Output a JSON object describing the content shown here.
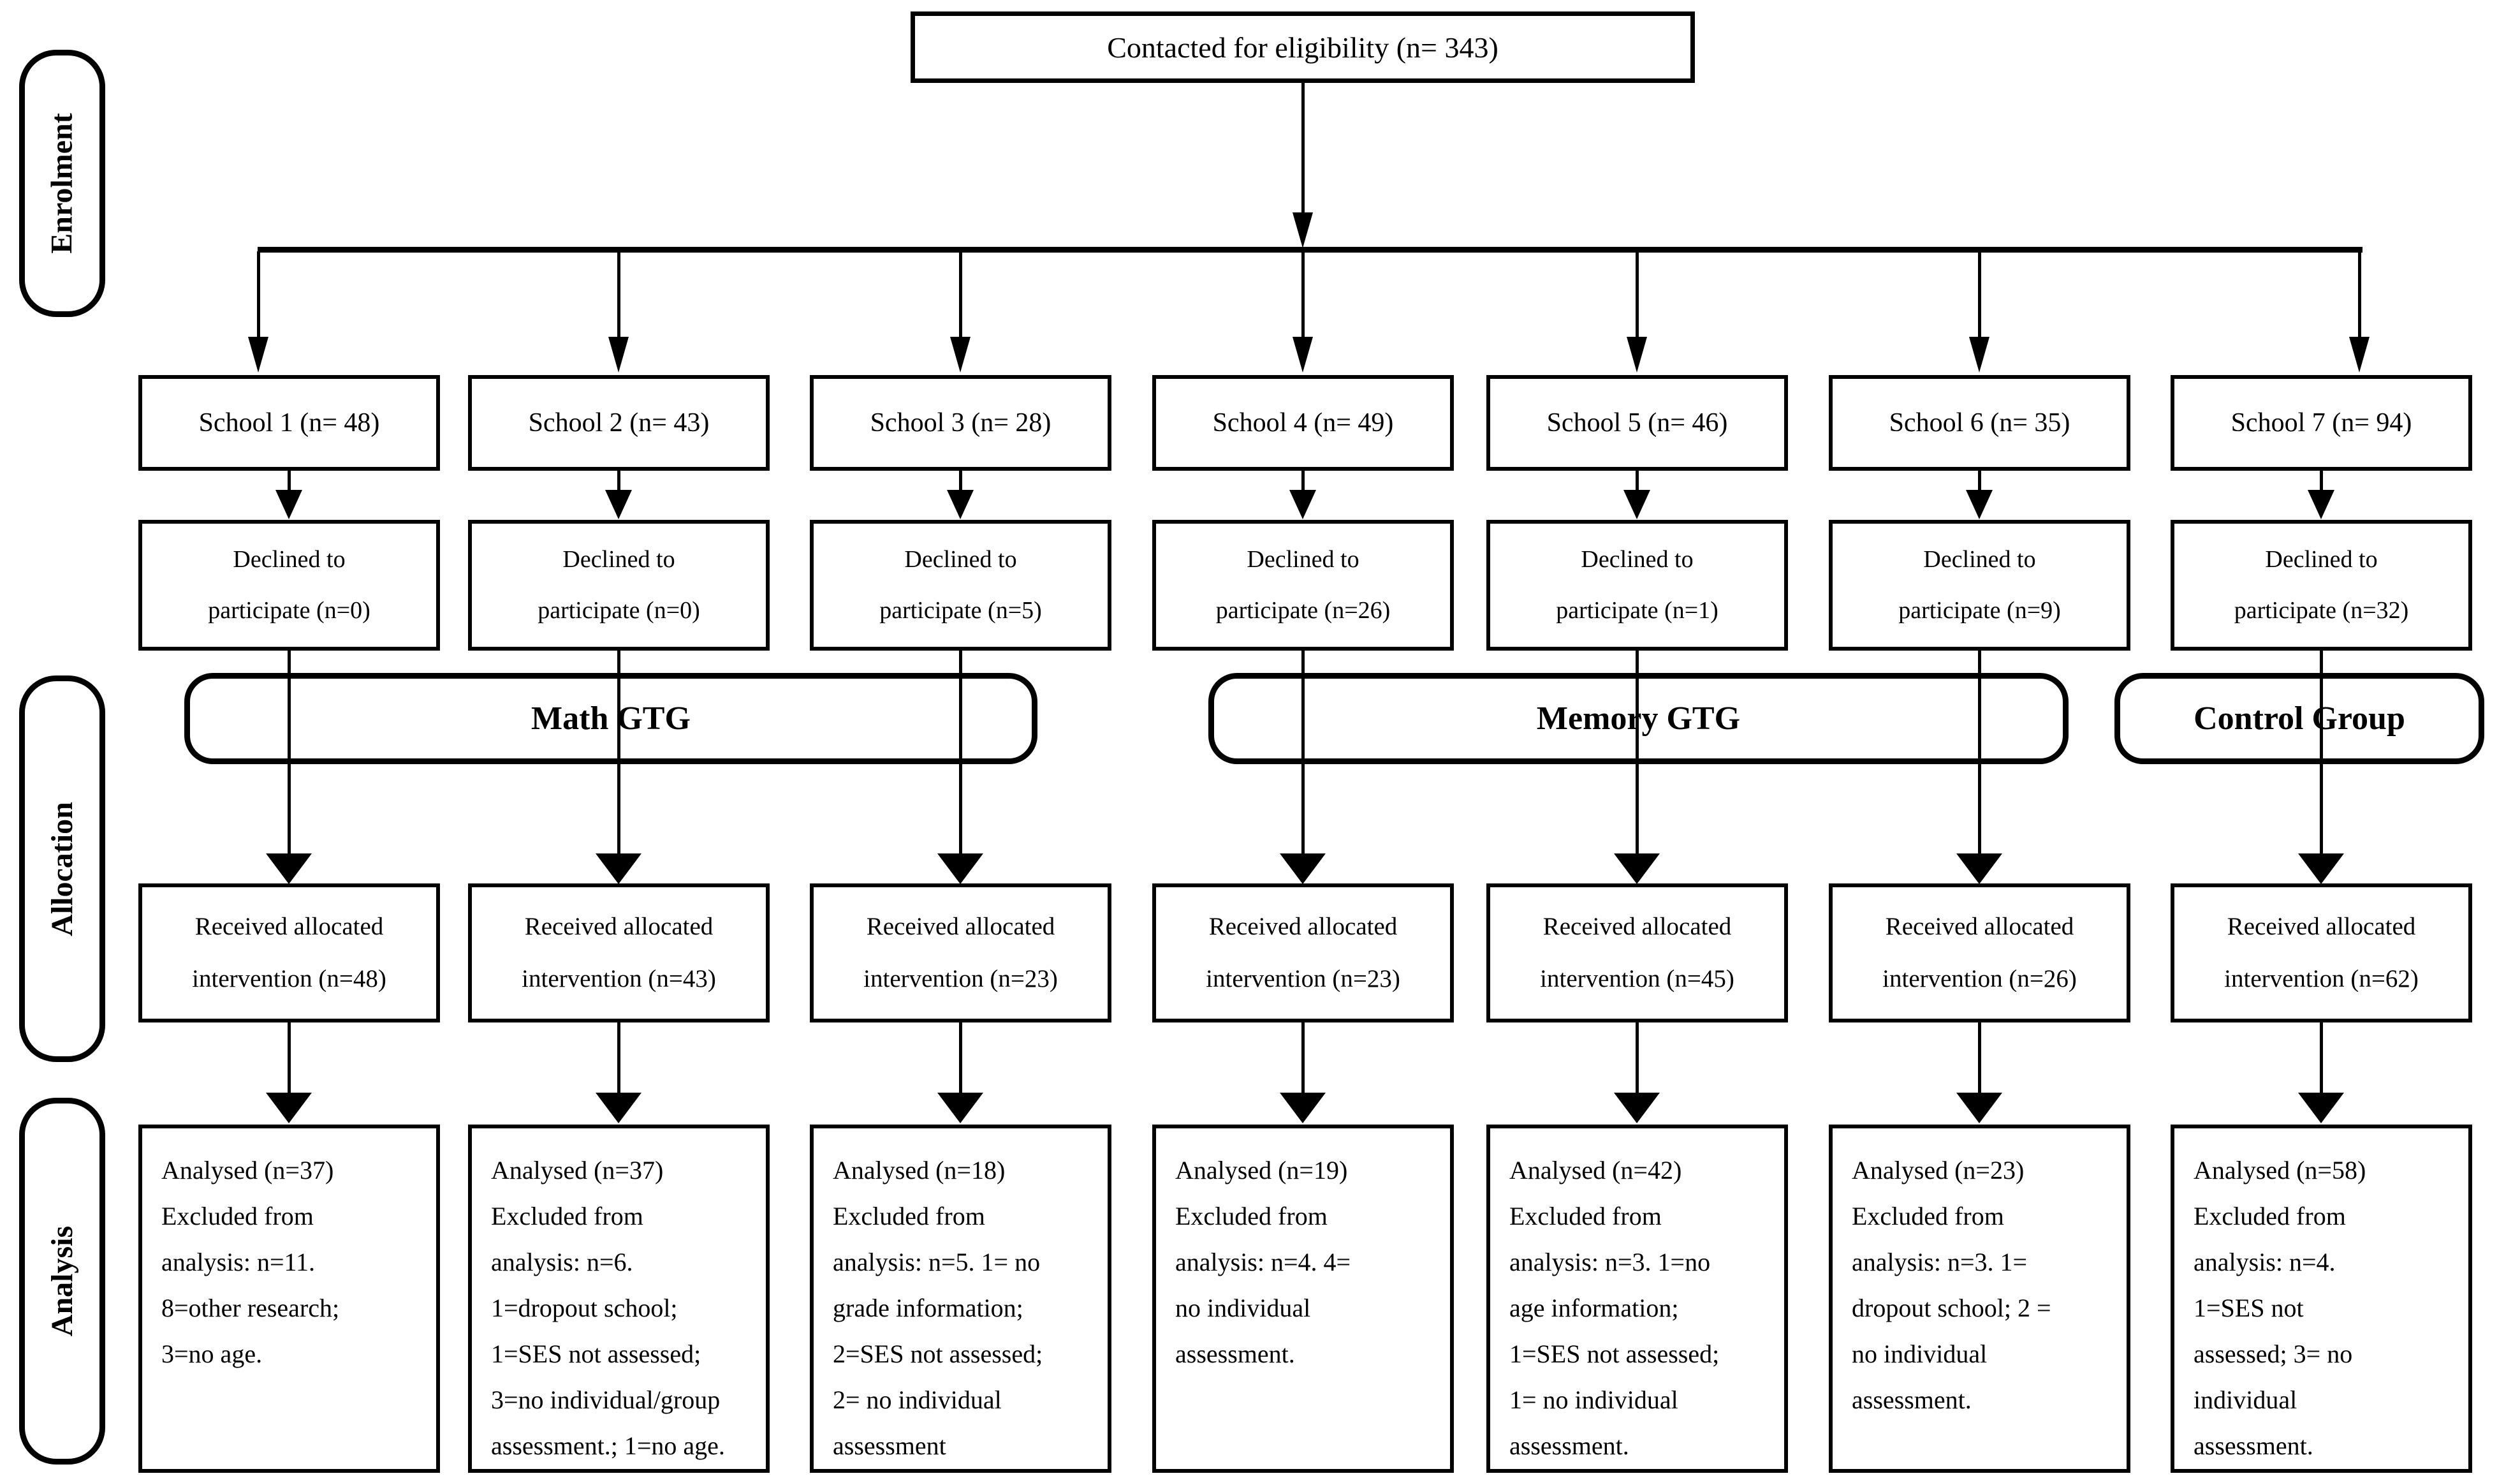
{
  "colors": {
    "ink": "#000000",
    "background": "#ffffff"
  },
  "contacted": "Contacted for eligibility (n= 343)",
  "stages": [
    "Enrolment",
    "Allocation",
    "Analysis"
  ],
  "groups": [
    "Math GTG",
    "Memory GTG",
    "Control Group"
  ],
  "columns": [
    {
      "school": "School 1 (n= 48)",
      "declined": "Declined to\nparticipate (n=0)",
      "received": "Received allocated\nintervention (n=48)",
      "analysed": "Analysed (n=37)\nExcluded from\nanalysis: n=11.\n8=other research;\n3=no age."
    },
    {
      "school": "School 2 (n= 43)",
      "declined": "Declined to\nparticipate (n=0)",
      "received": "Received allocated\nintervention (n=43)",
      "analysed": "Analysed (n=37)\nExcluded from\nanalysis: n=6.\n1=dropout school;\n1=SES not assessed;\n3=no individual/group\nassessment.; 1=no age."
    },
    {
      "school": "School 3 (n= 28)",
      "declined": "Declined to\nparticipate (n=5)",
      "received": "Received allocated\nintervention (n=23)",
      "analysed": "Analysed (n=18)\nExcluded from\nanalysis: n=5. 1= no\ngrade information;\n2=SES not assessed;\n2= no individual\nassessment"
    },
    {
      "school": "School 4 (n= 49)",
      "declined": "Declined to\nparticipate (n=26)",
      "received": "Received allocated\nintervention (n=23)",
      "analysed": "Analysed (n=19)\nExcluded from\nanalysis: n=4. 4=\nno individual\nassessment."
    },
    {
      "school": "School 5 (n= 46)",
      "declined": "Declined to\nparticipate (n=1)",
      "received": "Received allocated\nintervention (n=45)",
      "analysed": "Analysed (n=42)\nExcluded from\nanalysis: n=3. 1=no\nage information;\n1=SES not assessed;\n1= no individual\nassessment."
    },
    {
      "school": "School 6 (n= 35)",
      "declined": "Declined to\nparticipate (n=9)",
      "received": "Received allocated\nintervention (n=26)",
      "analysed": "Analysed (n=23)\nExcluded from\nanalysis: n=3. 1=\ndropout school; 2 =\nno individual\nassessment."
    },
    {
      "school": "School 7 (n= 94)",
      "declined": "Declined to\nparticipate (n=32)",
      "received": "Received allocated\nintervention (n=62)",
      "analysed": "Analysed (n=58)\nExcluded from\nanalysis: n=4.\n1=SES not\nassessed; 3= no\nindividual\nassessment."
    }
  ]
}
